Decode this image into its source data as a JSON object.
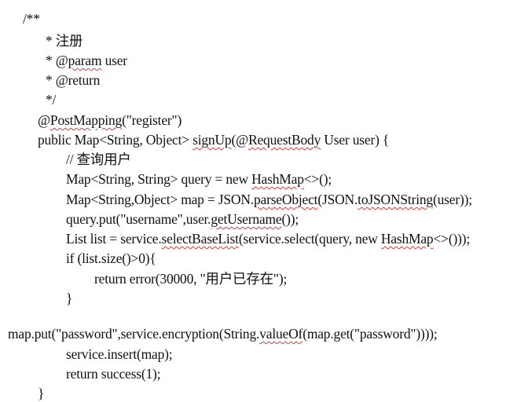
{
  "document": {
    "lines": [
      {
        "segs": [
          {
            "t": "/**"
          }
        ]
      },
      {
        "segs": [
          {
            "t": "* 注册"
          }
        ]
      },
      {
        "segs": [
          {
            "t": "* @"
          },
          {
            "t": "param",
            "sq": true
          },
          {
            "t": " user"
          }
        ]
      },
      {
        "segs": [
          {
            "t": "* @return"
          }
        ]
      },
      {
        "segs": [
          {
            "t": "*/"
          }
        ]
      },
      {
        "segs": [
          {
            "t": "@"
          },
          {
            "t": "PostMapping",
            "sq": true
          },
          {
            "t": "(\"register\")"
          }
        ]
      },
      {
        "segs": [
          {
            "t": "public Map<String, Object> "
          },
          {
            "t": "signUp",
            "sq": true
          },
          {
            "t": "(@"
          },
          {
            "t": "RequestBody",
            "sq": true
          },
          {
            "t": " User user) {"
          }
        ]
      },
      {
        "segs": [
          {
            "t": "// 查询用户"
          }
        ]
      },
      {
        "segs": [
          {
            "t": "Map<String, String> query = new "
          },
          {
            "t": "HashMap",
            "sq": true
          },
          {
            "t": "<>();"
          }
        ]
      },
      {
        "segs": [
          {
            "t": "Map<String,Object> map = JSON."
          },
          {
            "t": "parseObject",
            "sq": true
          },
          {
            "t": "(JSON."
          },
          {
            "t": "toJSONString",
            "sq": true
          },
          {
            "t": "(user));"
          }
        ]
      },
      {
        "segs": [
          {
            "t": "query.put(\"username\",user."
          },
          {
            "t": "getUsername",
            "sq": true
          },
          {
            "t": "());"
          }
        ]
      },
      {
        "segs": [
          {
            "t": "List list = service."
          },
          {
            "t": "selectBaseList",
            "sq": true
          },
          {
            "t": "(service.select(query, new "
          },
          {
            "t": "HashMap",
            "sq": true
          },
          {
            "t": "<>()));"
          }
        ]
      },
      {
        "segs": [
          {
            "t": "if (list.size()>0){"
          }
        ]
      },
      {
        "segs": [
          {
            "t": "return error(30000, \"用户已存在\");"
          }
        ]
      },
      {
        "segs": [
          {
            "t": "}"
          }
        ]
      },
      {
        "segs": [
          {
            "t": "map.put(\"password\",service.encryption(String."
          },
          {
            "t": "valueOf",
            "sq": true
          },
          {
            "t": "(map.get(\"password\"))));"
          }
        ]
      },
      {
        "segs": [
          {
            "t": "service.insert(map);"
          }
        ]
      },
      {
        "segs": [
          {
            "t": "return success(1);"
          }
        ]
      },
      {
        "segs": [
          {
            "t": "}"
          }
        ]
      }
    ]
  }
}
